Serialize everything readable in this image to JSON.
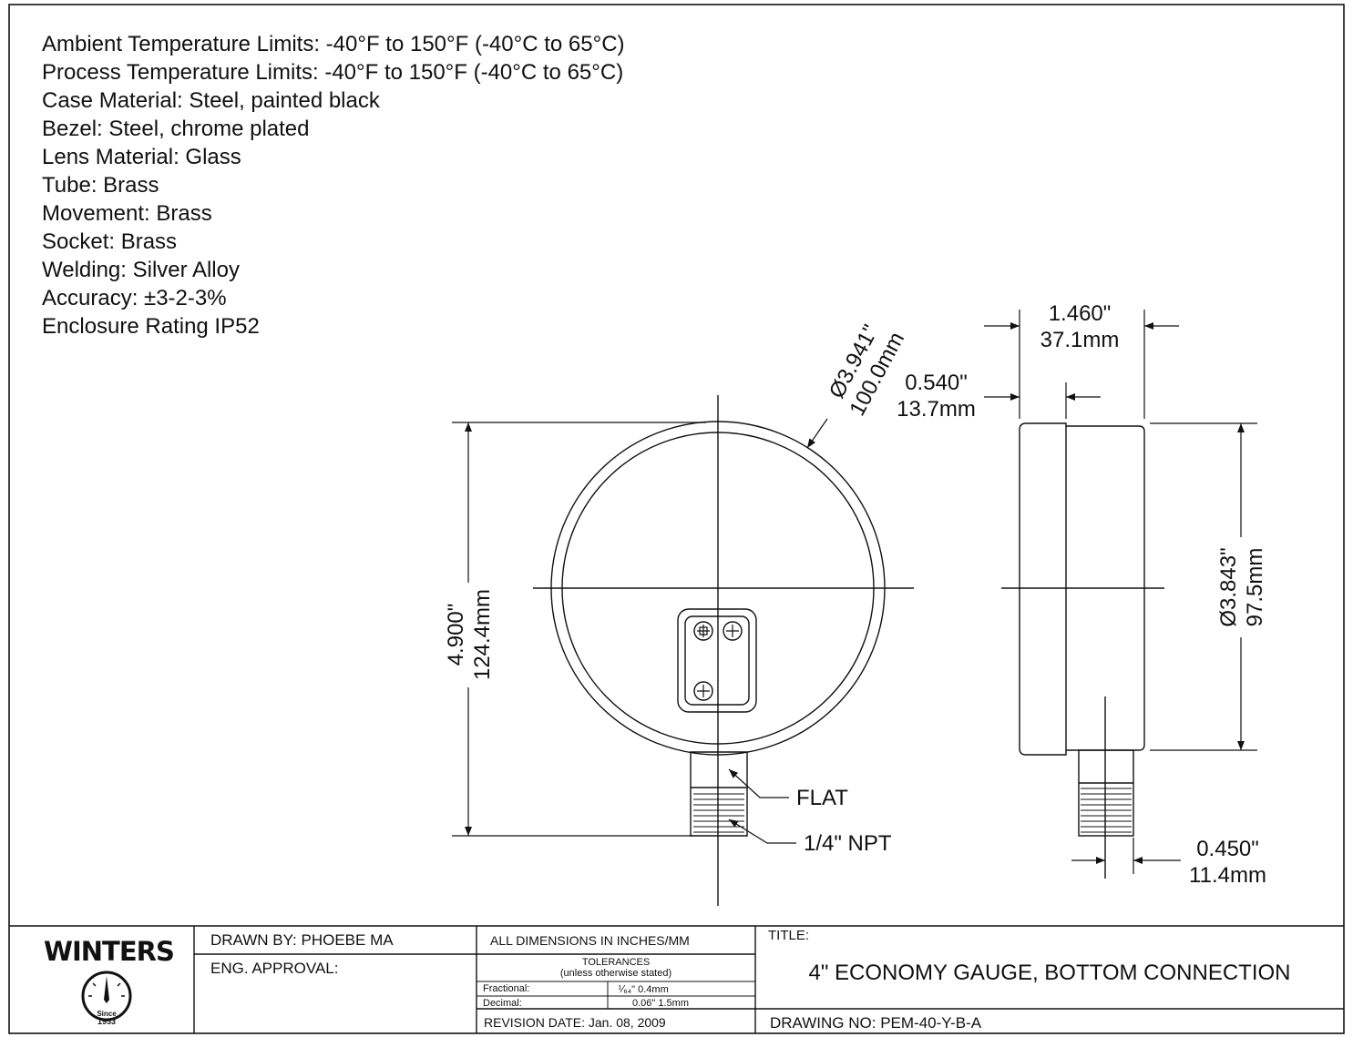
{
  "specs": [
    "Ambient Temperature Limits: -40°F to 150°F (-40°C to 65°C)",
    "Process Temperature Limits: -40°F to 150°F (-40°C to 65°C)",
    "Case Material: Steel, painted black",
    "Bezel: Steel, chrome plated",
    "Lens Material: Glass",
    "Tube: Brass",
    "Movement: Brass",
    "Socket: Brass",
    "Welding: Silver Alloy",
    "Accuracy: ±3-2-3%",
    "Enclosure Rating IP52"
  ],
  "dimensions": {
    "bezel_diameter_in": "Ø3.941\"",
    "bezel_diameter_mm": "100.0mm",
    "overall_height_in": "4.900\"",
    "overall_height_mm": "124.4mm",
    "depth_in": "1.460\"",
    "depth_mm": "37.1mm",
    "bezel_depth_in": "0.540\"",
    "bezel_depth_mm": "13.7mm",
    "case_diameter_in": "Ø3.843\"",
    "case_diameter_mm": "97.5mm",
    "stem_offset_in": "0.450\"",
    "stem_offset_mm": "11.4mm"
  },
  "callouts": {
    "flat": "FLAT",
    "npt": "1/4\" NPT"
  },
  "title_block": {
    "logo_text": "WINTERS",
    "logo_since": "Since",
    "logo_year": "1953",
    "drawn_by": "DRAWN BY: PHOEBE MA",
    "eng_approval": "ENG. APPROVAL:",
    "units": "ALL DIMENSIONS IN INCHES/MM",
    "tolerances": "TOLERANCES",
    "tolerances_note": "(unless otherwise stated)",
    "fractional_label": "Fractional:",
    "fractional_value": "⅟₆₄\" 0.4mm",
    "decimal_label": "Decimal:",
    "decimal_value": "0.06\" 1.5mm",
    "revision_date": "REVISION DATE: Jan. 08, 2009",
    "title_label": "TITLE:",
    "title": "4\" ECONOMY GAUGE, BOTTOM CONNECTION",
    "drawing_no": "DRAWING NO: PEM-40-Y-B-A"
  }
}
